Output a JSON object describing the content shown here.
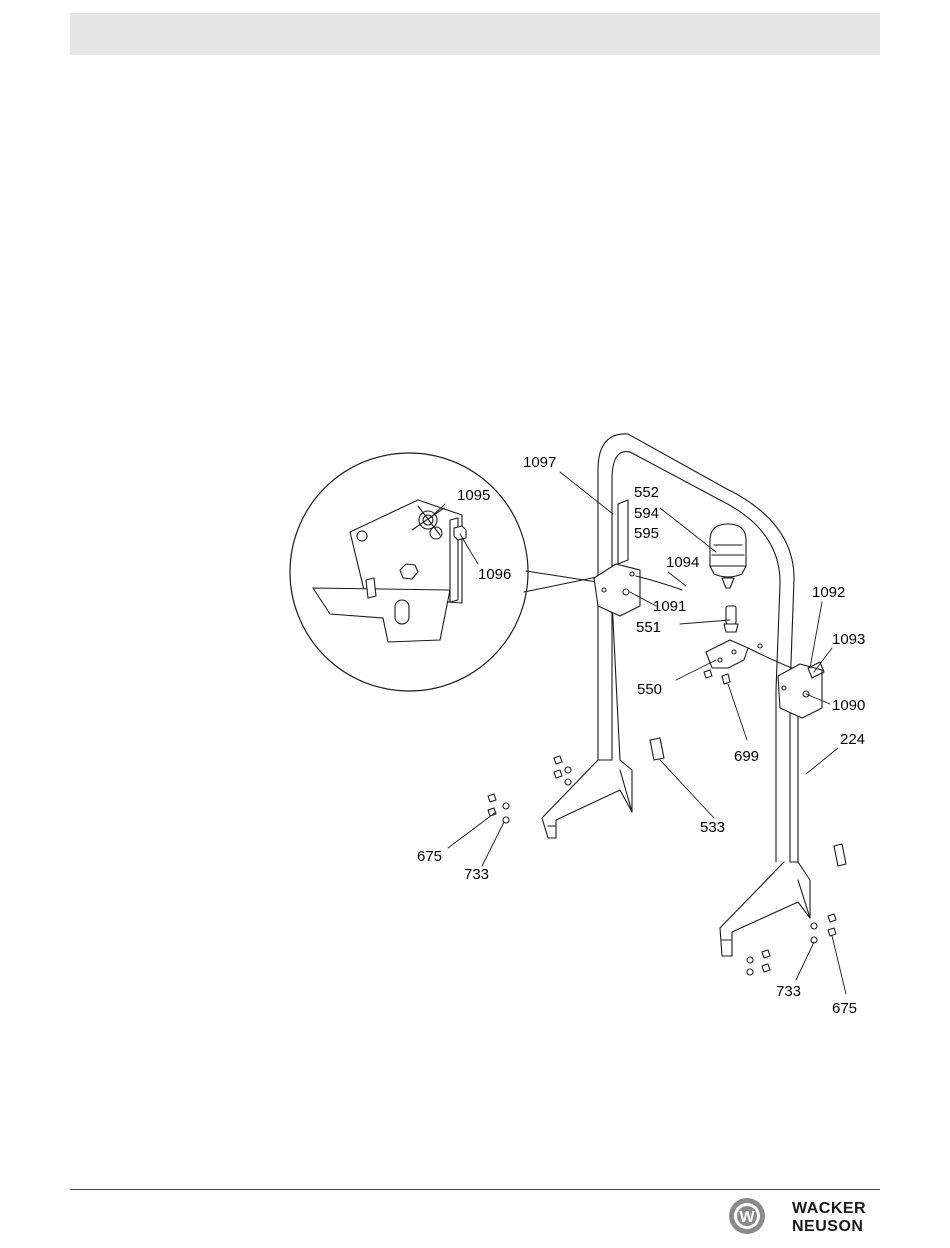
{
  "callouts": {
    "c1097": "1097",
    "c552": "552",
    "c594": "594",
    "c595": "595",
    "c1094": "1094",
    "c1095": "1095",
    "c1096": "1096",
    "c1091": "1091",
    "c551": "551",
    "c1092": "1092",
    "c1093": "1093",
    "c550": "550",
    "c1090": "1090",
    "c699": "699",
    "c224": "224",
    "c533": "533",
    "c675a": "675",
    "c733a": "733",
    "c733b": "733",
    "c675b": "675"
  },
  "footer": {
    "brand_line1": "WACKER",
    "brand_line2": "NEUSON",
    "logo_mark": "W"
  },
  "colors": {
    "line": "#1a1a1a",
    "header_band": "#e6e6e6"
  }
}
